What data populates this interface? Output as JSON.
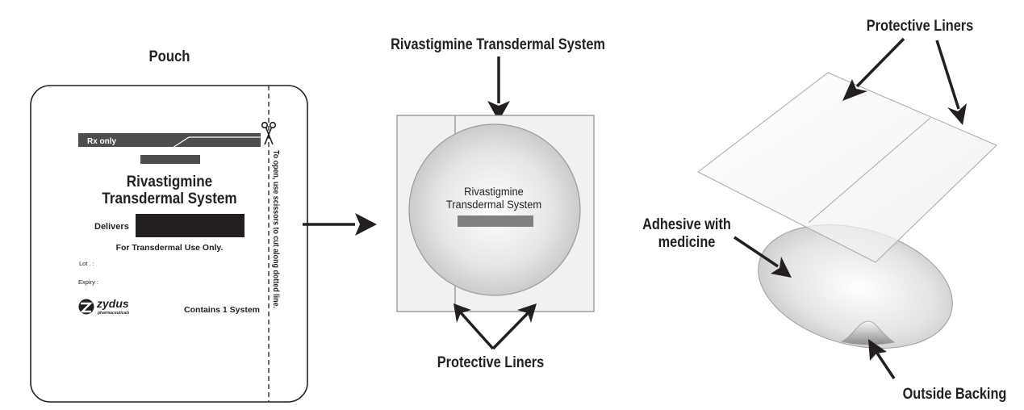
{
  "title": "Rivastigmine Transdermal System components",
  "pouch": {
    "heading": "Pouch",
    "rx_label": "Rx only",
    "product_name_line1": "Rivastigmine",
    "product_name_line2": "Transdermal System",
    "delivers_label": "Delivers",
    "use_note": "For Transdermal Use Only.",
    "lot_label": "Lot . :",
    "expiry_label": "Expiry :",
    "brand_name": "zydus",
    "brand_tagline": "pharmaceuticals",
    "contents_note": "Contains 1 System",
    "open_instruction": "To open, use scissors to cut along dotted line.",
    "icons": [
      "scissors-icon",
      "zydus-logo-icon"
    ]
  },
  "patch_front": {
    "heading": "Rivastigmine Transdermal System",
    "patch_text_line1": "Rivastigmine",
    "patch_text_line2": "Transdermal System",
    "liners_label": "Protective Liners"
  },
  "patch_exploded": {
    "liners_label": "Protective Liners",
    "adhesive_label_line1": "Adhesive with",
    "adhesive_label_line2": "medicine",
    "backing_label": "Outside Backing"
  },
  "colors": {
    "ink": "#231f20",
    "rx_band": "#4d4d4f",
    "redaction": "#231f20",
    "patch_bar": "#808083",
    "liner_fill": "#f1f1f2",
    "liner_stroke": "#8a8a8c",
    "patch_edge": "#9a9a9c"
  }
}
